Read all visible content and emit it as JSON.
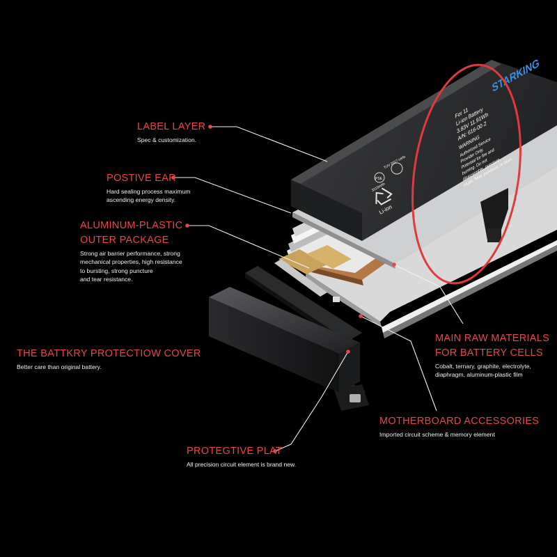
{
  "colors": {
    "background": "#000000",
    "accent_red": "#e8474b",
    "brand_blue": "#3b8fe0",
    "text": "#f2f2f2"
  },
  "battery_label": {
    "brand": "STARKING",
    "lines": [
      "For 11",
      "Li-ion Battery",
      "3.83V  11.91Wh",
      "A/N: 616-00·2",
      "WARNING",
      "Authorized Service",
      "Provider Only.",
      "Potential for fire and",
      "burning. Do not",
      "disassemble, puncture,",
      "crush, heat, puncture, or burn."
    ],
    "cert_marks": [
      "TUV 2017 certs",
      "PSE",
      "3110mAh"
    ],
    "recycle_text": "Li-ion"
  },
  "callouts": {
    "label_layer": {
      "title": "LABEL LAYER",
      "desc": [
        "Spec & customization."
      ]
    },
    "positive_ear": {
      "title": "POSTIVE EAR",
      "desc": [
        "Hard sealing process maximum",
        "ascending energy density."
      ]
    },
    "aluminum": {
      "title_lines": [
        "ALUMINUM-PLASTIC",
        "OUTER PACKAGE"
      ],
      "desc": [
        "Strong air barrier performance, strong",
        "mechanical properties, high resistance",
        "to bursting, strong puncture",
        "and tear resistance."
      ]
    },
    "cover": {
      "title": "THE BATTKRY PROTECTIOW COVER",
      "desc": [
        "Better care than original battery."
      ]
    },
    "main_materials": {
      "title_lines": [
        "MAIN RAW MATERIALS",
        "FOR BATTERY CELLS"
      ],
      "desc": [
        "Cobalt, ternary, graphite, electrolyte,",
        "diaphragm, aluminum-plastic film"
      ]
    },
    "motherboard": {
      "title": "MOTHERBOARD ACCESSORIES",
      "desc": [
        "Imported circuit scheme & memory element"
      ]
    },
    "plate": {
      "title": "PROTEGTIVE PLAT",
      "desc": [
        "All precision circuit element is brand new."
      ]
    }
  }
}
